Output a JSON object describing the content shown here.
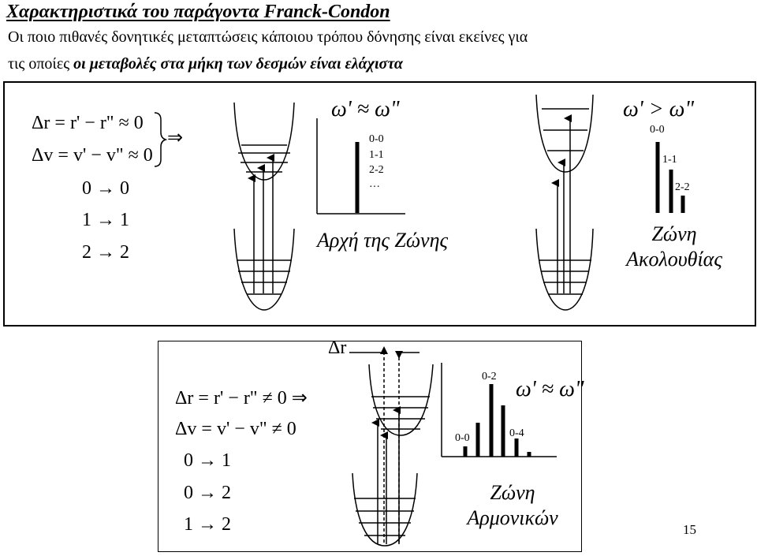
{
  "title": "Χαρακτηριστικά του παράγοντα Franck-Condon",
  "intro": {
    "line1": "Οι ποιο πιθανές δονητικές μεταπτώσεις κάποιου τρόπου δόνησης είναι εκείνες για",
    "line2_plain": "τις οποίες ",
    "line2_emph": "οι μεταβολές στα μήκη των δεσμών είναι ελάχιστα"
  },
  "panel_top": {
    "eq_dr": "Δr = r' − r\" ≈ 0",
    "eq_dv": "Δv = v' − v\" ≈ 0",
    "implies": "⇒",
    "transitions": [
      "0 → 0",
      "1 → 1",
      "2 → 2"
    ],
    "case_a": {
      "freq": "ω' ≈ ω\"",
      "peak_labels": [
        "0-0",
        "1-1",
        "2-2",
        "…"
      ],
      "caption": "Αρχή της Ζώνης"
    },
    "case_b": {
      "freq": "ω' > ω\"",
      "peak_labels": [
        "0-0",
        "1-1",
        "2-2"
      ],
      "caption_line1": "Ζώνη",
      "caption_line2": "Ακολουθίας"
    }
  },
  "panel_bottom": {
    "dr_label": "Δr",
    "eq_dr": "Δr = r' − r\" ≠ 0 ⇒",
    "eq_dv": "Δv = v' − v\" ≠ 0",
    "transitions": [
      "0 → 1",
      "0 → 2",
      "1 → 2"
    ],
    "freq": "ω' ≈ ω\"",
    "peak_labels": [
      "0-0",
      "0-2",
      "0-4"
    ],
    "caption_line1": "Ζώνη",
    "caption_line2": "Αρμονικών"
  },
  "page_number": "15"
}
